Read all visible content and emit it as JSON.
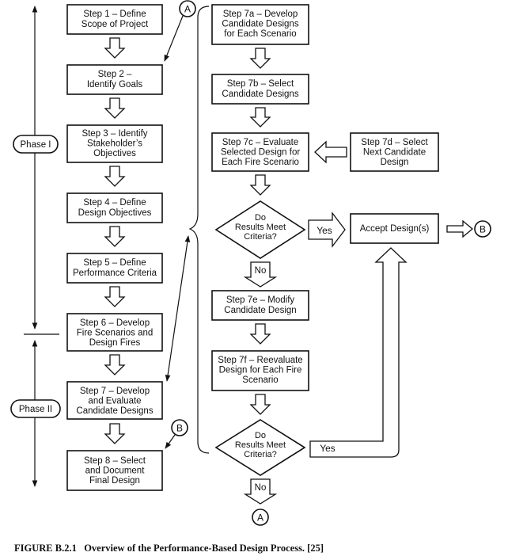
{
  "left_steps": [
    {
      "id": "s1",
      "lines": [
        "Step 1 – Define",
        "Scope of Project"
      ]
    },
    {
      "id": "s2",
      "lines": [
        "Step 2 –",
        "Identify Goals"
      ]
    },
    {
      "id": "s3",
      "lines": [
        "Step 3 – Identify",
        "Stakeholder’s",
        "Objectives"
      ]
    },
    {
      "id": "s4",
      "lines": [
        "Step 4 – Define",
        "Design Objectives"
      ]
    },
    {
      "id": "s5",
      "lines": [
        "Step 5 – Define",
        "Performance Criteria"
      ]
    },
    {
      "id": "s6",
      "lines": [
        "Step 6 – Develop",
        "Fire Scenarios and",
        "Design Fires"
      ]
    },
    {
      "id": "s7",
      "lines": [
        "Step 7 – Develop",
        "and Evaluate",
        "Candidate Designs"
      ]
    },
    {
      "id": "s8",
      "lines": [
        "Step 8 – Select",
        "and Document",
        "Final Design"
      ]
    }
  ],
  "right_steps": [
    {
      "id": "s7a",
      "lines": [
        "Step 7a – Develop",
        "Candidate Designs",
        "for Each Scenario"
      ]
    },
    {
      "id": "s7b",
      "lines": [
        "Step 7b – Select",
        "Candidate Designs"
      ]
    },
    {
      "id": "s7c",
      "lines": [
        "Step 7c – Evaluate",
        "Selected Design for",
        "Each Fire Scenario"
      ]
    },
    {
      "id": "s7d",
      "lines": [
        "Step 7d – Select",
        "Next Candidate",
        "Design"
      ]
    },
    {
      "id": "s7e",
      "lines": [
        "Step 7e – Modify",
        "Candidate Design"
      ]
    },
    {
      "id": "s7f",
      "lines": [
        "Step 7f – Reevaluate",
        "Design for Each Fire",
        "Scenario"
      ]
    },
    {
      "id": "accept",
      "lines": [
        "Accept Design(s)"
      ]
    }
  ],
  "decisions": [
    {
      "id": "d1",
      "lines": [
        "Do",
        "Results Meet",
        "Criteria?"
      ],
      "yes": "Yes",
      "no": "No"
    },
    {
      "id": "d2",
      "lines": [
        "Do",
        "Results Meet",
        "Criteria?"
      ],
      "yes": "Yes",
      "no": "No"
    }
  ],
  "connectors": {
    "a": "A",
    "b": "B"
  },
  "phases": {
    "phase1": "Phase I",
    "phase2": "Phase II"
  },
  "caption": "FIGURE B.2.1   Overview of the Performance-Based Design Process. [25]"
}
